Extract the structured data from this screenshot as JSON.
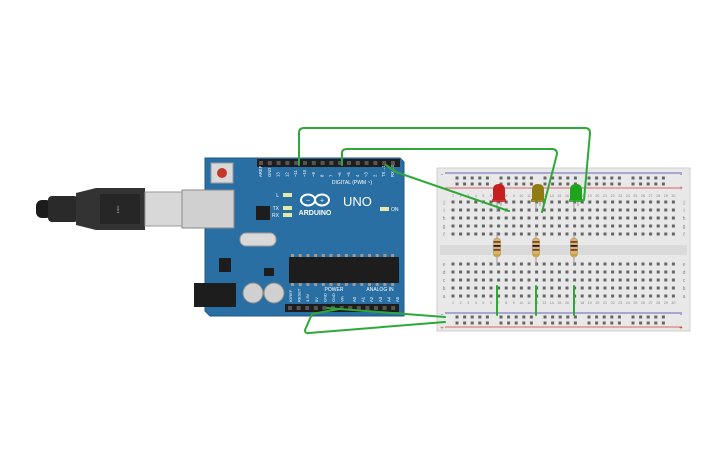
{
  "arduino": {
    "brand": "ARDUINO",
    "model": "UNO",
    "on_label": "ON",
    "tx_label": "TX",
    "rx_label": "RX",
    "l_label": "L",
    "digital_label": "DIGITAL (PWM ~)",
    "power_label": "POWER",
    "analog_label": "ANALOG IN",
    "digital_pins": [
      "AREF",
      "GND",
      "13",
      "12",
      "~11",
      "~10",
      "~9",
      "8",
      "7",
      "~6",
      "~5",
      "4",
      "~3",
      "2",
      "TX→1",
      "RX←0"
    ],
    "power_pins": [
      "IOREF",
      "RESET",
      "3.3V",
      "5V",
      "GND",
      "GND",
      "Vin"
    ],
    "analog_pins": [
      "A0",
      "A1",
      "A2",
      "A3",
      "A4",
      "A5"
    ]
  },
  "breadboard": {
    "row_letters_top": [
      "j",
      "i",
      "h",
      "g",
      "f"
    ],
    "row_letters_bottom": [
      "e",
      "d",
      "c",
      "b",
      "a"
    ],
    "column_numbers": [
      "1",
      "2",
      "3",
      "4",
      "5",
      "6",
      "7",
      "8",
      "9",
      "10",
      "11",
      "12",
      "13",
      "14",
      "15",
      "16",
      "17",
      "18",
      "19",
      "20",
      "21",
      "22",
      "23",
      "24",
      "25",
      "26",
      "27",
      "28",
      "29",
      "30"
    ],
    "plus": "+",
    "minus": "-"
  },
  "leds": [
    {
      "name": "red",
      "color": "#c81e1e"
    },
    {
      "name": "yellow",
      "color": "#8f7a14"
    },
    {
      "name": "green",
      "color": "#1ea41e"
    }
  ],
  "colors": {
    "board": "#2a6fa3",
    "wire": "#2ea836",
    "breadboard": "#e8e8e8"
  }
}
